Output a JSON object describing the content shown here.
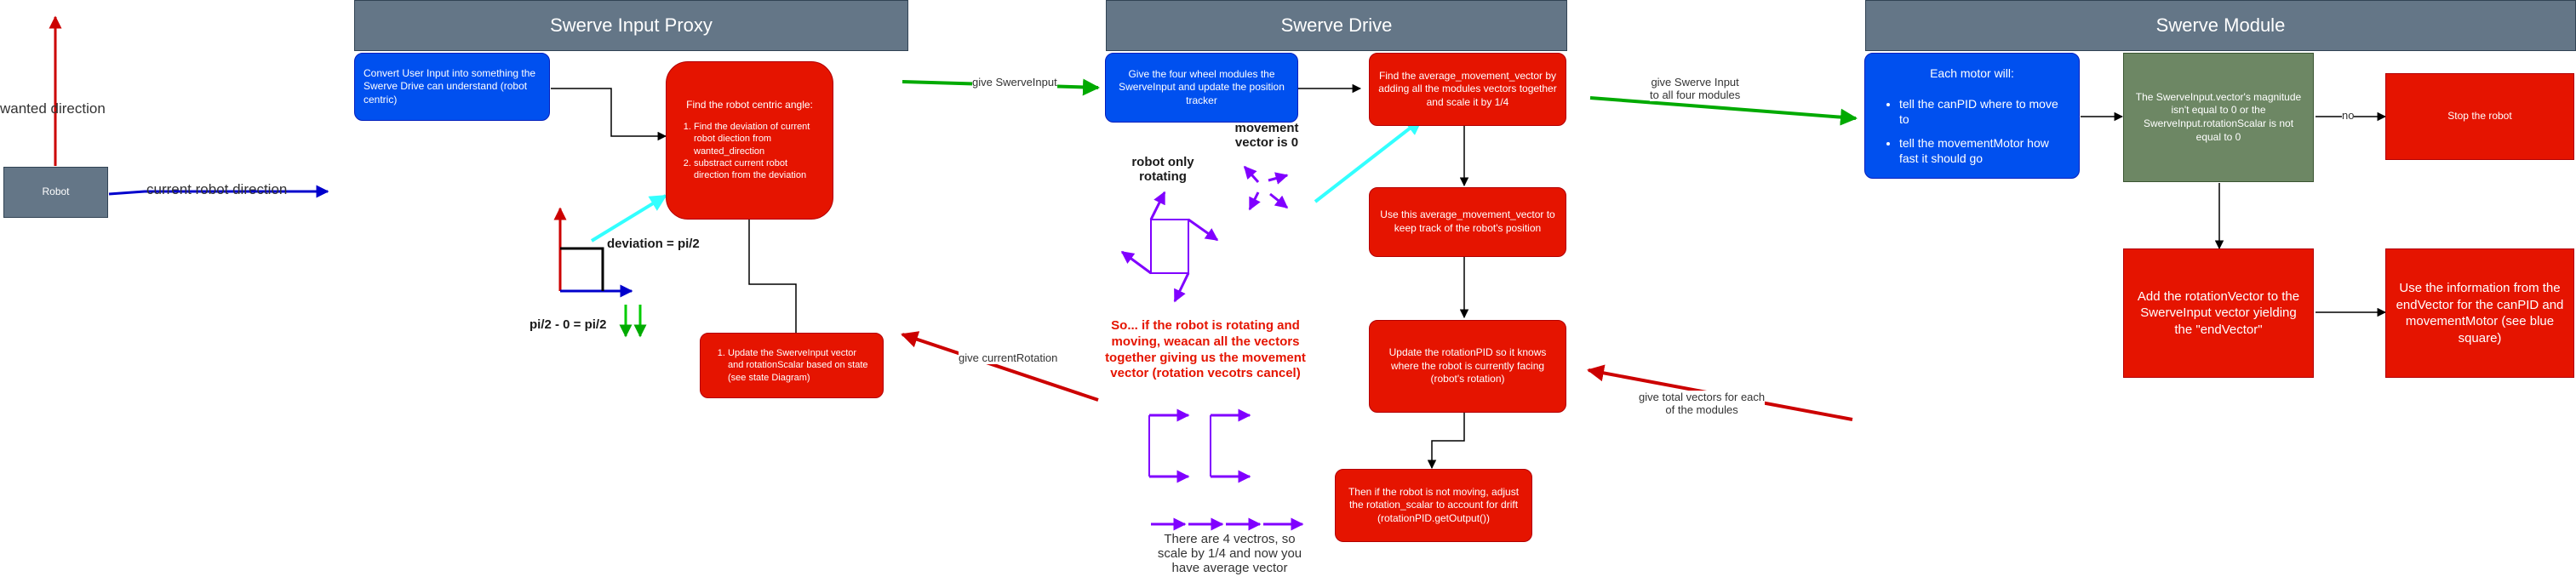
{
  "headers": {
    "proxy": "Swerve Input Proxy",
    "drive": "Swerve Drive",
    "module": "Swerve Module"
  },
  "robot_area": {
    "robot": "Robot",
    "wanted_direction": "wanted direction",
    "current_direction": "current robot direction"
  },
  "proxy": {
    "convert": "Convert User Input into something the Swerve Drive can understand (robot centric)",
    "find_angle_title": "Find the robot centric angle:",
    "find_angle_steps": [
      "Find the deviation of current robot diection from wanted_direction",
      "substract current robot direction from the deviation"
    ],
    "update_steps": [
      "Update the SwerveInput vector and rotationScalar based on state (see state Diagram)"
    ],
    "deviation": "deviation = pi/2",
    "pi_eq": "pi/2 - 0 = pi/2"
  },
  "drive": {
    "give_four": "Give the four wheel modules the SwerveInput and update the position tracker",
    "find_avg": "Find the average_movement_vector by adding all the modules vectors together and scale it by 1/4",
    "use_avg": "Use this average_movement_vector to keep track of the robot's position",
    "update_pid": "Update the rotationPID so it knows where the robot is currently facing (robot's rotation)",
    "not_moving": "Then if the robot is not moving, adjust the rotation_scalar to account for drift (rotationPID.getOutput())",
    "movement_zero": "movement vector is 0",
    "only_rotating": "robot only rotating",
    "so_if": "So... if the robot is rotating and moving, weacan all the vectors together giving us the movement vector (rotation vecotrs cancel)",
    "four_vectors": "There are 4 vectros, so scale by 1/4 and now you have average vector"
  },
  "module": {
    "each_motor": "Each motor will:",
    "each_motor_items": [
      "tell the canPID where to move to",
      "tell the movementMotor how fast it should go"
    ],
    "condition": "The SwerveInput.vector's magnitude isn't equal to 0 or the SwerveInput.rotationScalar is not equal to 0",
    "stop": "Stop the robot",
    "add_rotation": "Add the rotationVector to the SwerveInput vector yielding the \"endVector\"",
    "use_info": "Use the information from the endVector for the canPID and movementMotor (see blue square)"
  },
  "edge_labels": {
    "give_swerve_input": "give SwerveInput",
    "give_current_rotation": "give currentRotation",
    "give_to_modules": "give Swerve Input\nto all four modules",
    "give_total_vectors": "give total vectors for each\nof the modules",
    "no": "no"
  },
  "colors": {
    "header": "#647687",
    "blue_box": "#0050ef",
    "red_box": "#e51400",
    "green_box": "#6d8764",
    "arrow_green": "#00aa00",
    "arrow_cyan": "#33ffff",
    "arrow_purple": "#8000ff",
    "arrow_navy": "#0000cc",
    "arrow_darkred": "#cc0000"
  }
}
